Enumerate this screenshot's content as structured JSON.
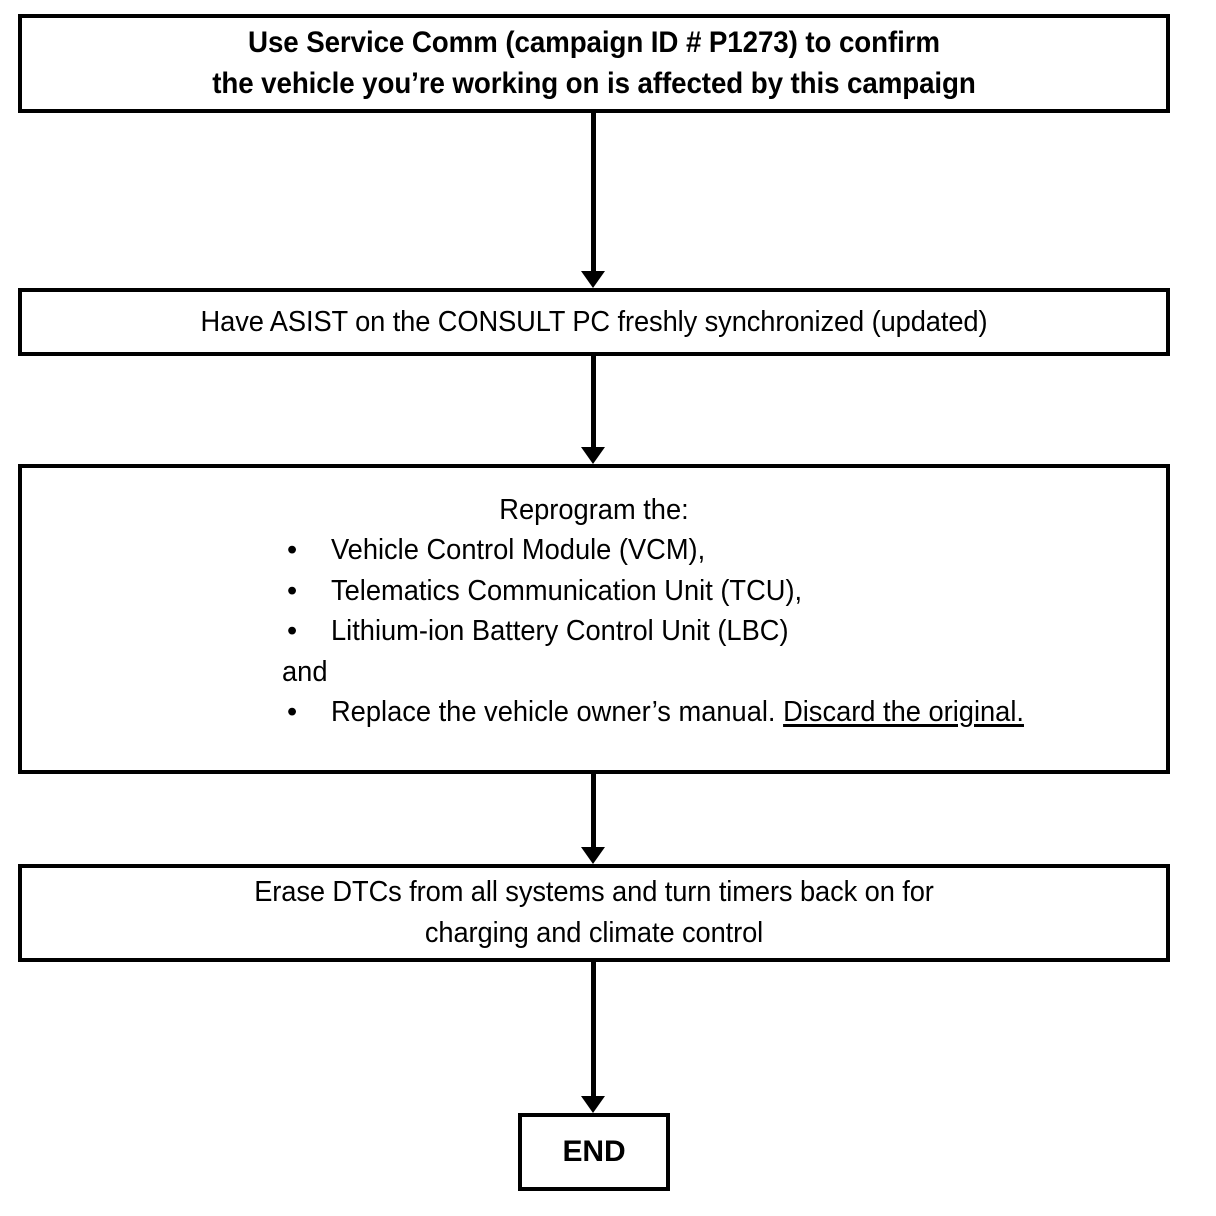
{
  "diagram": {
    "title": "Campaign repair procedure flowchart",
    "orientation": "top-to-bottom",
    "nodes": [
      {
        "id": "box-confirm",
        "kind": "process",
        "bold": true,
        "lines": [
          "Use Service Comm (campaign ID # P1273) to confirm",
          "the vehicle you’re working on is affected by this campaign"
        ]
      },
      {
        "id": "box-asist",
        "kind": "process",
        "bold": false,
        "lines": [
          "Have ASIST on the CONSULT PC freshly synchronized (updated)"
        ]
      },
      {
        "id": "box-reprogram",
        "kind": "process",
        "heading": "Reprogram the:",
        "bullet_marker": "•",
        "bullets": [
          "Vehicle Control Module (VCM),",
          "Telematics Communication Unit (TCU),",
          "Lithium-ion Battery Control Unit (LBC)"
        ],
        "conjunction": "and",
        "final_bullet": {
          "plain": "Replace the vehicle owner’s manual. ",
          "underlined": "Discard the original."
        }
      },
      {
        "id": "box-erase",
        "kind": "process",
        "bold": false,
        "lines": [
          "Erase DTCs from all systems and turn timers back on for",
          "charging and climate control"
        ]
      },
      {
        "id": "box-end",
        "kind": "terminator",
        "bold": true,
        "lines": [
          "END"
        ]
      }
    ],
    "connectors": [
      {
        "id": "arrow-1",
        "from": "box-confirm",
        "to": "box-asist",
        "style": "solid-arrow-down"
      },
      {
        "id": "arrow-2",
        "from": "box-asist",
        "to": "box-reprogram",
        "style": "solid-arrow-down"
      },
      {
        "id": "arrow-3",
        "from": "box-reprogram",
        "to": "box-erase",
        "style": "solid-arrow-down"
      },
      {
        "id": "arrow-4",
        "from": "box-erase",
        "to": "box-end",
        "style": "solid-arrow-down"
      }
    ],
    "colors": {
      "stroke": "#000000",
      "fill": "#ffffff",
      "text": "#000000"
    }
  }
}
